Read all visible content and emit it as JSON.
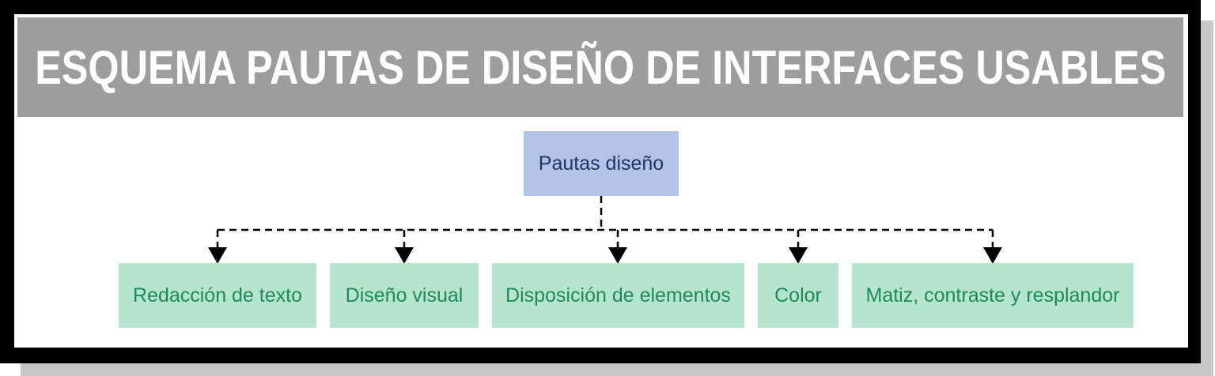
{
  "title": "ESQUEMA PAUTAS DE DISEÑO DE INTERFACES USABLES",
  "root": {
    "label": "Pautas diseño"
  },
  "children": [
    {
      "label": "Redacción de texto"
    },
    {
      "label": "Diseño visual"
    },
    {
      "label": "Disposición de elementos"
    },
    {
      "label": "Color"
    },
    {
      "label": "Matiz, contraste y resplandor"
    }
  ],
  "colors": {
    "title_bar": "#9e9d9d",
    "root_box": "#b3c2e7",
    "root_text": "#1f3564",
    "child_box": "#b5e5cf",
    "child_text": "#1e8a57"
  }
}
